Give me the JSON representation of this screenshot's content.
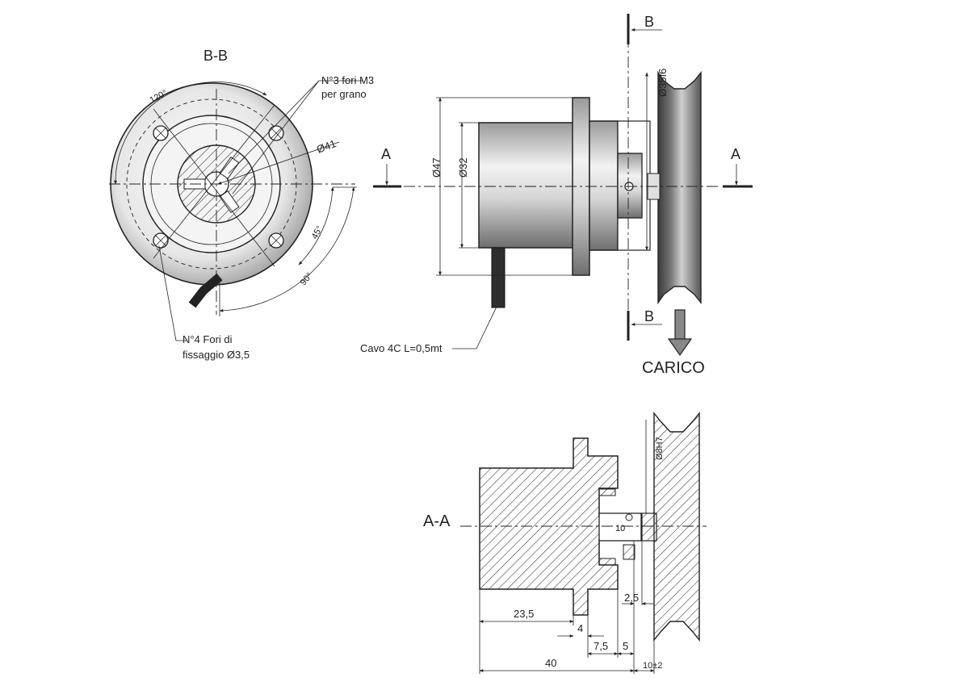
{
  "section_bb": {
    "title": "B-B",
    "angle_top": "120°",
    "angle_45": "45°",
    "angle_90": "90°",
    "dia_41": "Ø41"
  },
  "callouts": {
    "holes_m3_line1": "N°3 fori M3",
    "holes_m3_line2": "per grano",
    "fix_holes_line1": "N°4 Fori di",
    "fix_holes_line2": "fissaggio Ø3,5",
    "cable": "Cavo 4C L=0,5mt"
  },
  "side_view": {
    "dia_47": "Ø47",
    "dia_32": "Ø32",
    "dia_35f6": "Ø35f6",
    "section_a": "A",
    "section_b": "B",
    "load": "CARICO"
  },
  "section_aa": {
    "title": "A-A",
    "dim_23_5": "23,5",
    "dim_4": "4",
    "dim_7_5": "7,5",
    "dim_5": "5",
    "dim_40": "40",
    "dim_10_2": "10±2",
    "dim_2_5": "2,5",
    "dim_8h7": "Ø8H7",
    "dim_10": "10"
  }
}
